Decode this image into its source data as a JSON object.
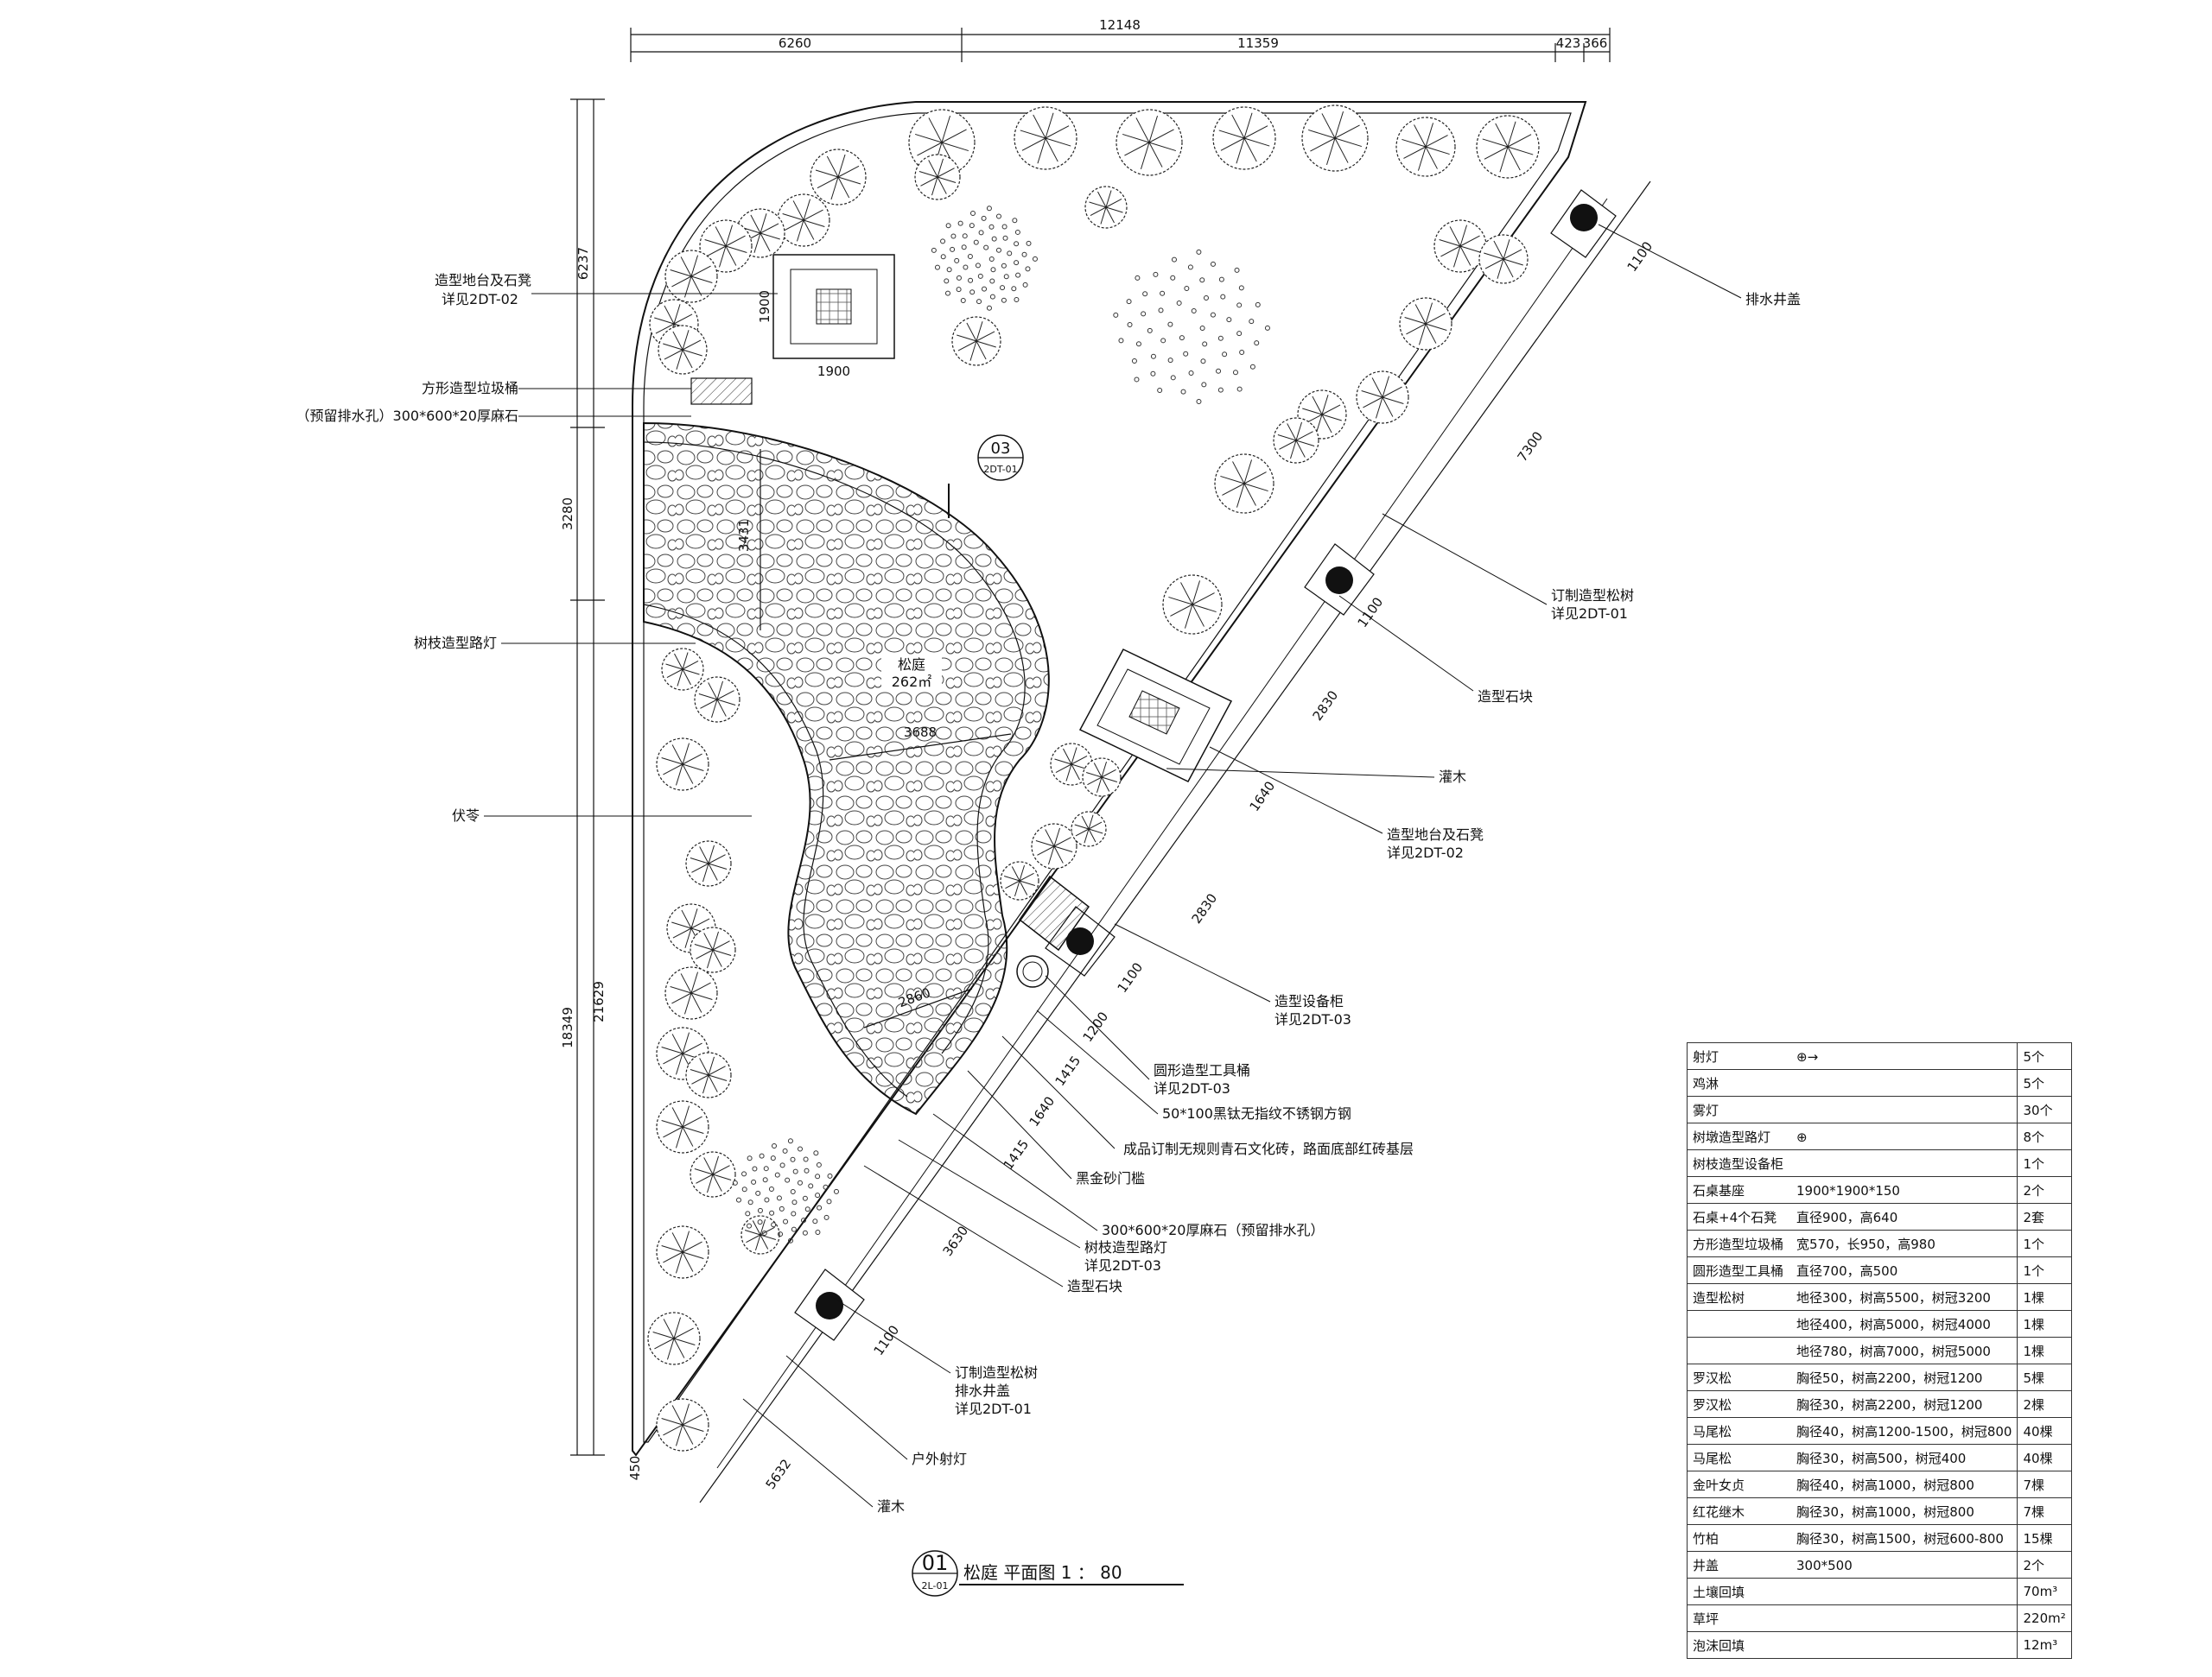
{
  "dimensions": {
    "top_total": "12148",
    "top_left": "6260",
    "top_mid": "11359",
    "top_right_a": "423",
    "top_right_b": "366",
    "left_total": "21629",
    "left_a": "6237",
    "left_b": "3280",
    "left_c": "18349",
    "bottom_left": "450",
    "inner_a": "3431",
    "inner_b": "3688",
    "inner_c": "2860",
    "diag_a": "7300",
    "diag_b": "1100",
    "diag_c": "2830",
    "diag_d": "1640",
    "diag_e": "2830",
    "diag_f": "1100",
    "diag_g": "1200",
    "diag_h": "1415",
    "diag_i": "1640",
    "diag_j": "1415",
    "diag_k": "3630",
    "diag_l": "1100",
    "diag_m": "5632",
    "diag_n": "1100",
    "sq_top_w": "1900",
    "sq_top_h": "1900"
  },
  "labels": {
    "left": [
      {
        "text": "造型地台及石凳",
        "sub": "详见2DT-02"
      },
      {
        "text": "方形造型垃圾桶",
        "sub": ""
      },
      {
        "text": "（预留排水孔）300*600*20厚麻石",
        "sub": ""
      },
      {
        "text": "树枝造型路灯",
        "sub": ""
      },
      {
        "text": "伏苓",
        "sub": ""
      }
    ],
    "right": [
      {
        "text": "排水井盖",
        "sub": ""
      },
      {
        "text": "订制造型松树",
        "sub": "详见2DT-01"
      },
      {
        "text": "造型石块",
        "sub": ""
      },
      {
        "text": "灌木",
        "sub": ""
      },
      {
        "text": "造型地台及石凳",
        "sub": "详见2DT-02"
      },
      {
        "text": "造型设备柜",
        "sub": "详见2DT-03"
      },
      {
        "text": "圆形造型工具桶",
        "sub": "详见2DT-03"
      },
      {
        "text": "50*100黑钛无指纹不锈钢方钢",
        "sub": ""
      },
      {
        "text": "成品订制无规则青石文化砖，路面底部红砖基层",
        "sub": ""
      },
      {
        "text": "黑金砂门槛",
        "sub": ""
      },
      {
        "text": "300*600*20厚麻石（预留排水孔）",
        "sub": ""
      },
      {
        "text": "树枝造型路灯",
        "sub": "详见2DT-03"
      },
      {
        "text": "造型石块",
        "sub": ""
      },
      {
        "text": "订制造型松树",
        "sub": ""
      },
      {
        "text": "排水井盖",
        "sub": "详见2DT-01"
      },
      {
        "text": "户外射灯",
        "sub": ""
      },
      {
        "text": "灌木",
        "sub": ""
      }
    ],
    "courtyard_name": "松庭",
    "courtyard_area": "262㎡",
    "callout_num": "03",
    "callout_ref": "2DT-01"
  },
  "title": {
    "number": "01",
    "ref": "2L-01",
    "text": "松庭   平面图   1 ： 80"
  },
  "legend": [
    {
      "name": "射灯",
      "spec": "",
      "qty": "5个",
      "icon": "crosshair-arrow-icon"
    },
    {
      "name": "鸡淋",
      "spec": "",
      "qty": "5个",
      "icon": ""
    },
    {
      "name": "雾灯",
      "spec": "",
      "qty": "30个",
      "icon": ""
    },
    {
      "name": "树墩造型路灯",
      "spec": "",
      "qty": "8个",
      "icon": "circle-cross-icon"
    },
    {
      "name": "树枝造型设备柜",
      "spec": "",
      "qty": "1个",
      "icon": ""
    },
    {
      "name": "石桌基座",
      "spec": "1900*1900*150",
      "qty": "2个",
      "icon": ""
    },
    {
      "name": "石桌+4个石凳",
      "spec": "直径900，高640",
      "qty": "2套",
      "icon": ""
    },
    {
      "name": "方形造型垃圾桶",
      "spec": "宽570，长950，高980",
      "qty": "1个",
      "icon": ""
    },
    {
      "name": "圆形造型工具桶",
      "spec": "直径700，高500",
      "qty": "1个",
      "icon": ""
    },
    {
      "name": "造型松树",
      "spec": "地径300，树高5500，树冠3200",
      "qty": "1棵",
      "icon": ""
    },
    {
      "name": "",
      "spec": "地径400，树高5000，树冠4000",
      "qty": "1棵",
      "icon": ""
    },
    {
      "name": "",
      "spec": "地径780，树高7000，树冠5000",
      "qty": "1棵",
      "icon": ""
    },
    {
      "name": "罗汉松",
      "spec": "胸径50，树高2200，树冠1200",
      "qty": "5棵",
      "icon": ""
    },
    {
      "name": "罗汉松",
      "spec": "胸径30，树高2200，树冠1200",
      "qty": "2棵",
      "icon": ""
    },
    {
      "name": "马尾松",
      "spec": "胸径40，树高1200-1500，树冠800",
      "qty": "40棵",
      "icon": ""
    },
    {
      "name": "马尾松",
      "spec": "胸径30，树高500，树冠400",
      "qty": "40棵",
      "icon": ""
    },
    {
      "name": "金叶女贞",
      "spec": "胸径40，树高1000，树冠800",
      "qty": "7棵",
      "icon": ""
    },
    {
      "name": "红花继木",
      "spec": "胸径30，树高1000，树冠800",
      "qty": "7棵",
      "icon": ""
    },
    {
      "name": "竹柏",
      "spec": "胸径30，树高1500，树冠600-800",
      "qty": "15棵",
      "icon": ""
    },
    {
      "name": "井盖",
      "spec": "300*500",
      "qty": "2个",
      "icon": ""
    },
    {
      "name": "土壤回填",
      "spec": "",
      "qty": "70m³",
      "icon": ""
    },
    {
      "name": "草坪",
      "spec": "",
      "qty": "220m²",
      "icon": ""
    },
    {
      "name": "泡沫回填",
      "spec": "",
      "qty": "12m³",
      "icon": ""
    }
  ]
}
